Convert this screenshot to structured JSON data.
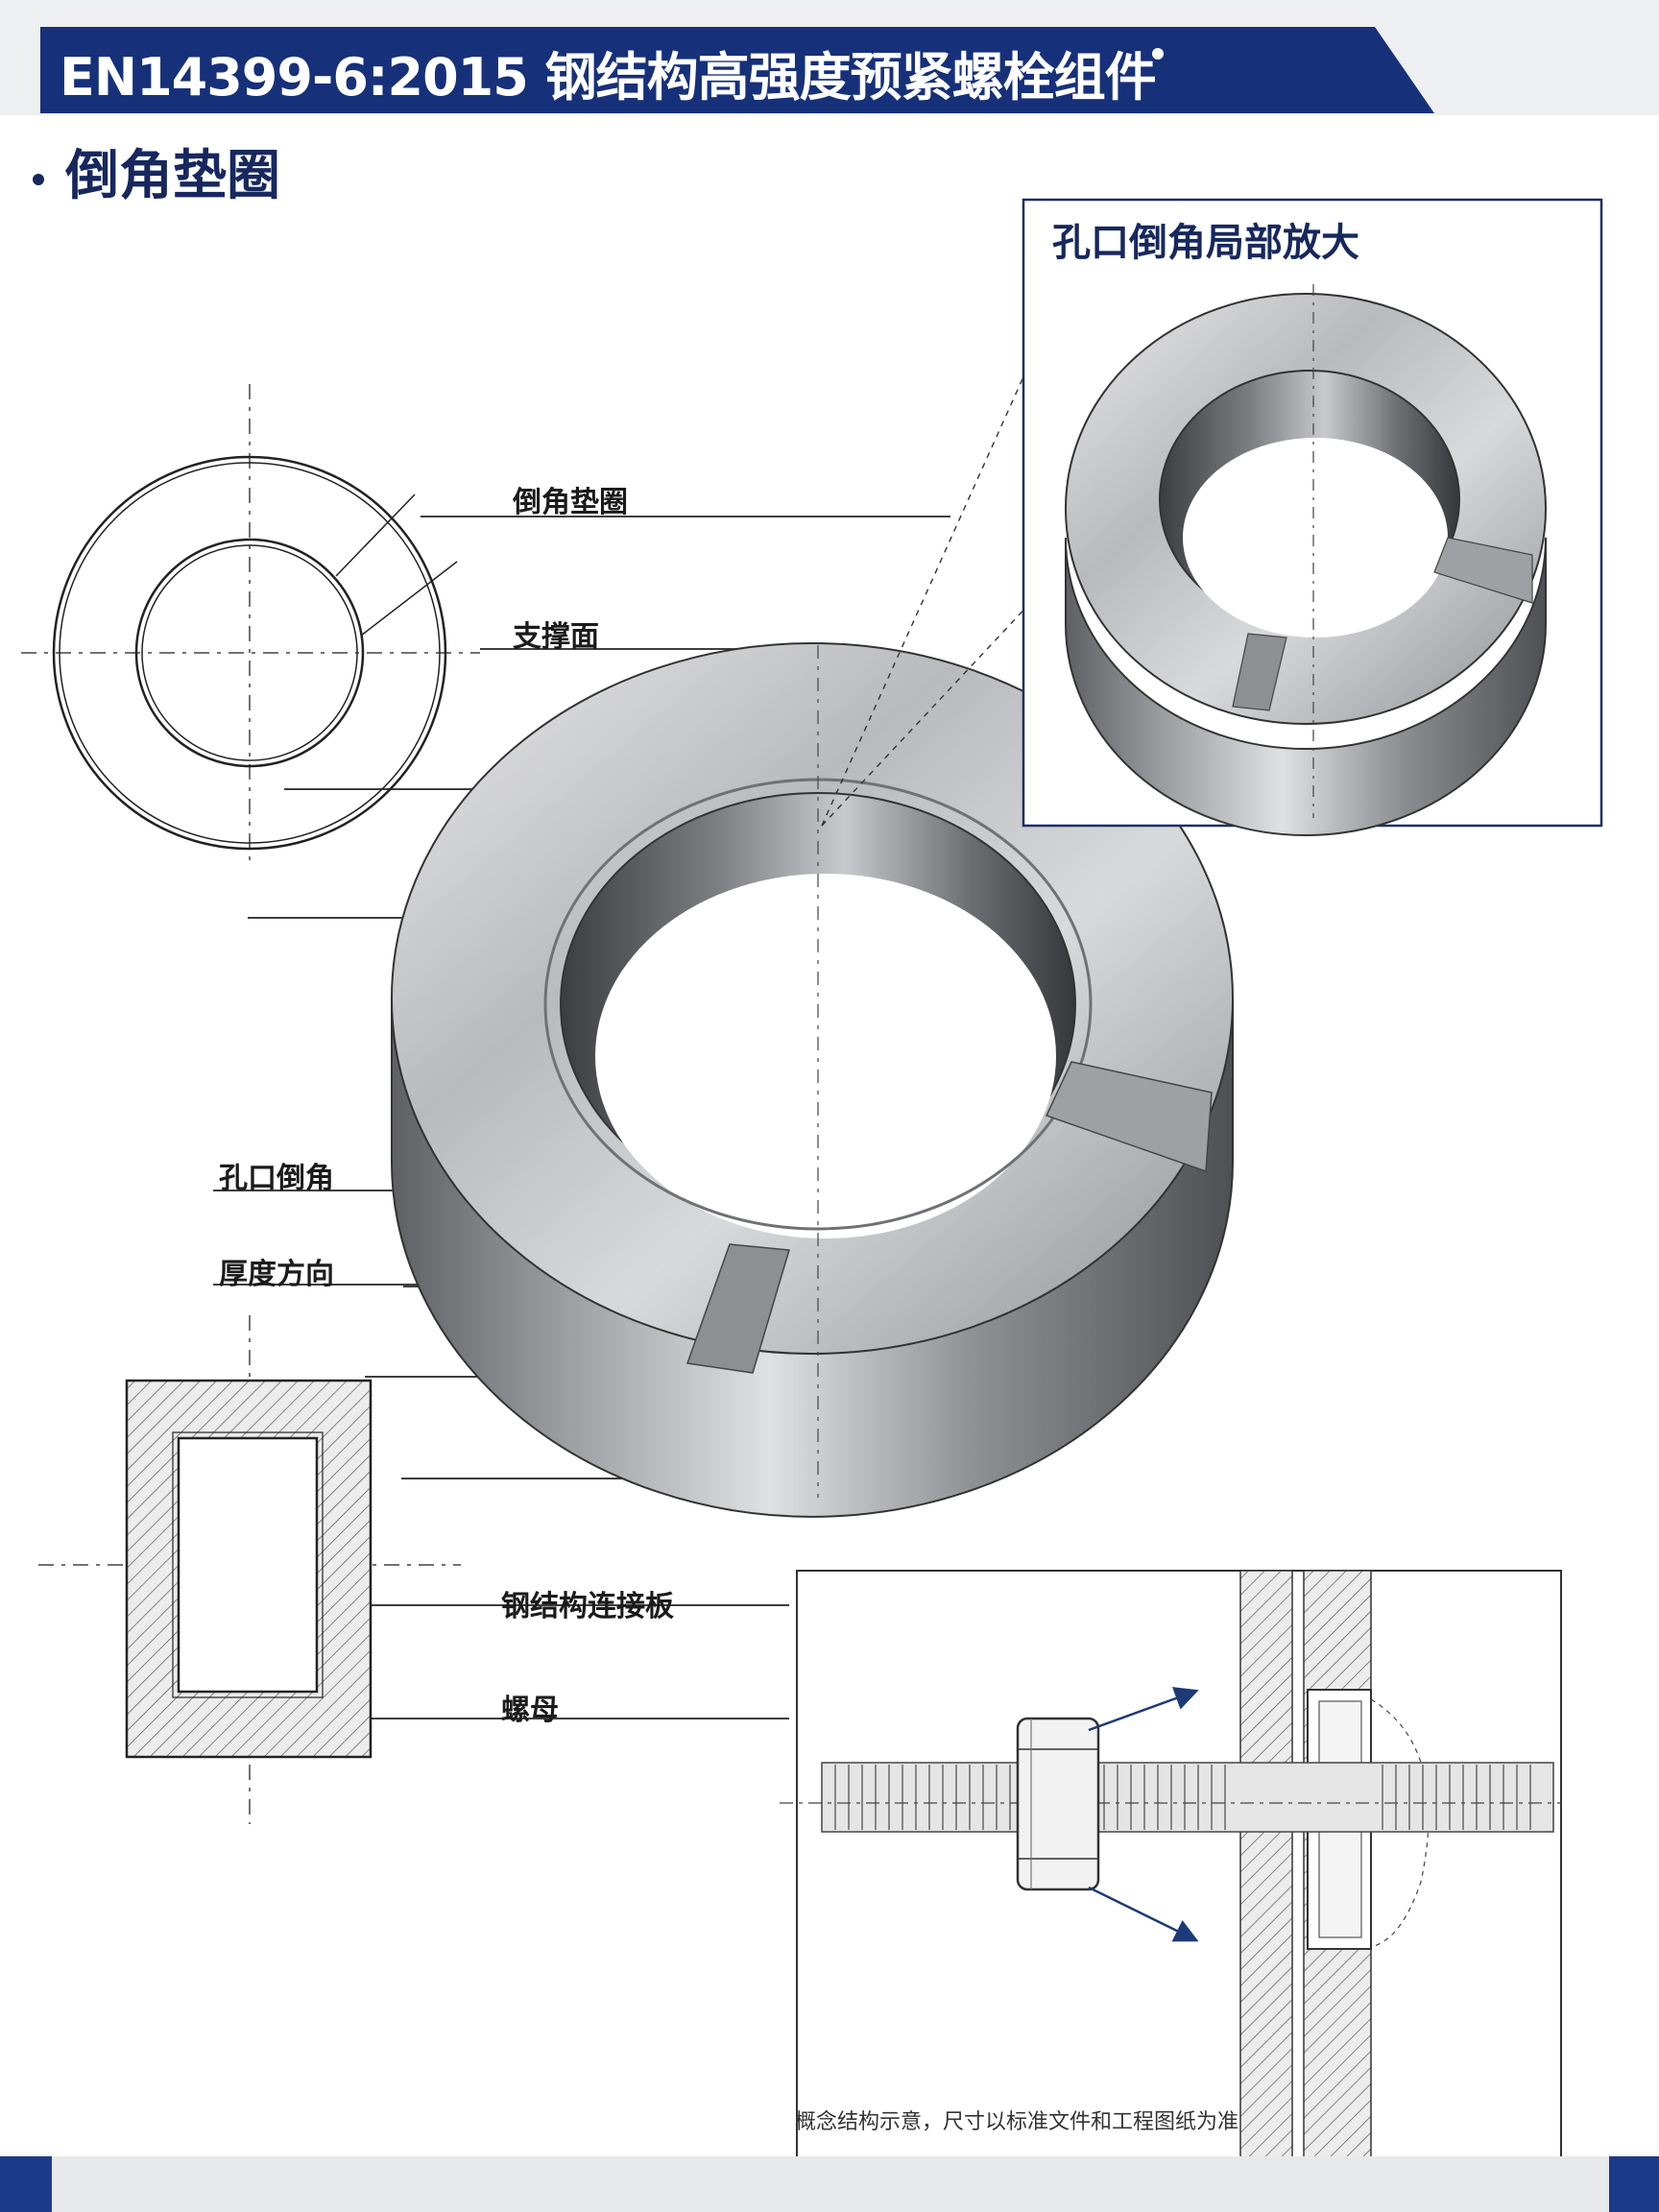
{
  "header": {
    "title": "EN14399-6:2015 钢结构高强度预紧螺栓组件",
    "color_header": "#16307a"
  },
  "section_title": "倒角垫圈",
  "inset": {
    "title": "孔口倒角局部放大"
  },
  "labels": {
    "chamfered_washer": "倒角垫圈",
    "bearing_face": "支撑面",
    "hole_chamfer": "孔口倒角",
    "thickness_direction": "厚度方向",
    "steel_connecting_plate": "钢结构连接板",
    "nut": "螺母"
  },
  "caption": "概念结构示意，尺寸以标准文件和工程图纸为准",
  "colors": {
    "accent": "#16307a",
    "arrow": "#1d3a78"
  }
}
